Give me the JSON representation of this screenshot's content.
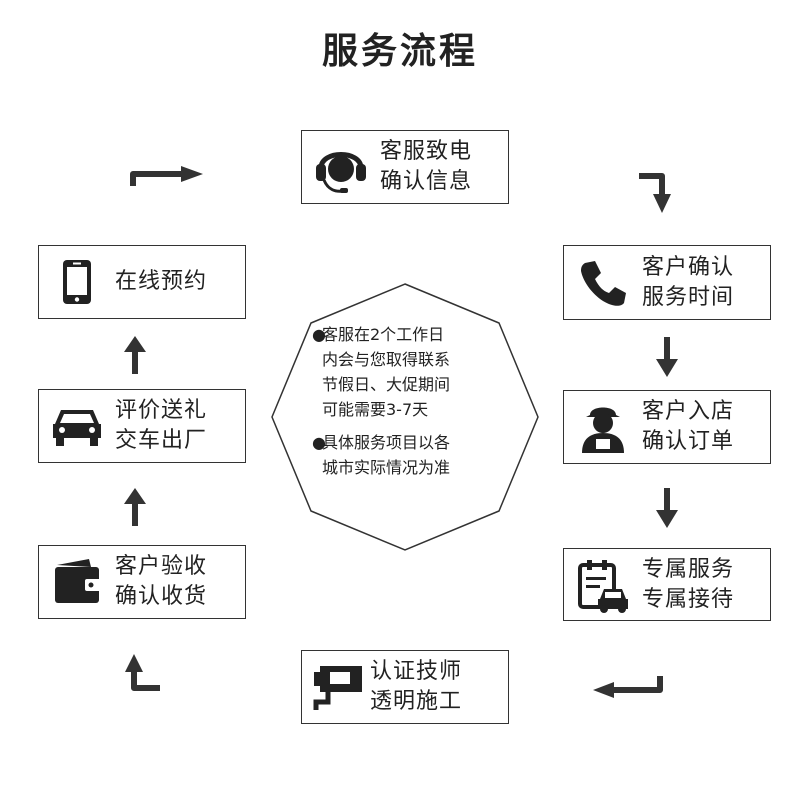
{
  "title": "服务流程",
  "steps": {
    "call": [
      "客服致电",
      "确认信息"
    ],
    "confirm_time": [
      "客户确认",
      "服务时间"
    ],
    "arrive": [
      "客户入店",
      "确认订单"
    ],
    "exclusive": [
      "专属服务",
      "专属接待"
    ],
    "technician": [
      "认证技师",
      "透明施工"
    ],
    "accept": [
      "客户验收",
      "确认收货"
    ],
    "review": [
      "评价送礼",
      "交车出厂"
    ],
    "booking": [
      "在线预约"
    ]
  },
  "notes": {
    "bullet": "●",
    "note1": [
      "客服在2个工作日",
      "内会与您取得联系",
      "节假日、大促期间",
      "可能需要3-7天"
    ],
    "note2": [
      "具体服务项目以各",
      "城市实际情况为准"
    ]
  },
  "colors": {
    "ink": "#222222",
    "border": "#333333",
    "background": "#ffffff"
  },
  "icons": {
    "call": "headset-icon",
    "confirm_time": "phone-icon",
    "arrive": "worker-icon",
    "exclusive": "clipboard-car-icon",
    "technician": "camera-icon",
    "accept": "wallet-icon",
    "review": "car-icon",
    "booking": "smartphone-icon"
  }
}
